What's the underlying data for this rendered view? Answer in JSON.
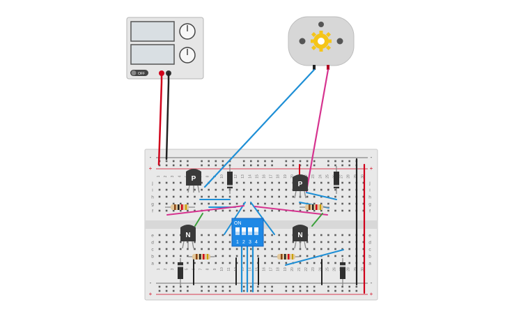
{
  "power_supply": {
    "switch_label": "OFF",
    "colors": {
      "body": "#e6e6e6",
      "screen": "#d9dfe3",
      "positive": "#d0021b",
      "negative": "#222222"
    }
  },
  "motor": {
    "icon": "gear-icon",
    "colors": {
      "body": "#d7d7d7",
      "gear": "#f5c518"
    }
  },
  "breadboard": {
    "rail_plus": "+",
    "rail_minus": "-",
    "row_letters_top": [
      "f",
      "g",
      "h",
      "i",
      "j"
    ],
    "row_letters_bottom": [
      "a",
      "b",
      "c",
      "d",
      "e"
    ],
    "column_numbers": [
      "1",
      "2",
      "3",
      "4",
      "5",
      "6",
      "7",
      "8",
      "9",
      "10",
      "11",
      "12",
      "13",
      "14",
      "15",
      "16",
      "17",
      "18",
      "19",
      "20",
      "21",
      "22",
      "23",
      "24",
      "25",
      "26",
      "27",
      "28",
      "29",
      "30"
    ]
  },
  "transistors": [
    {
      "label": "P"
    },
    {
      "label": "P"
    },
    {
      "label": "N"
    },
    {
      "label": "N"
    }
  ],
  "dip_switch": {
    "label_on": "ON",
    "positions": [
      "1",
      "2",
      "3",
      "4"
    ],
    "color": "#1e88e5"
  },
  "wire_colors": {
    "blue": "#1e8fd6",
    "magenta": "#d6338f",
    "red": "#d0021b",
    "black": "#222222",
    "green": "#3aa03a"
  }
}
